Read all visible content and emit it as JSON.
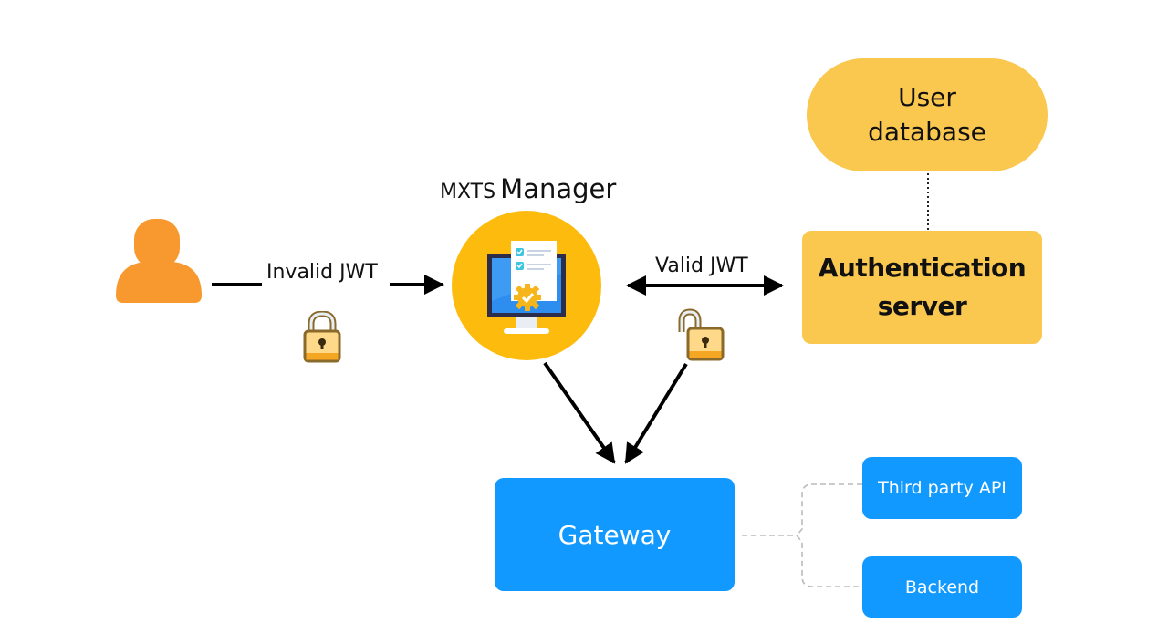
{
  "diagram": {
    "manager_title": {
      "prefix": "MXTS",
      "name": "Manager"
    },
    "edges": {
      "invalid_label": "Invalid JWT",
      "valid_label": "Valid JWT"
    },
    "nodes": {
      "user_database": {
        "line1": "User",
        "line2": "database"
      },
      "auth_server": {
        "line1": "Authentication",
        "line2": "server"
      },
      "gateway": "Gateway",
      "third_party": "Third party API",
      "backend": "Backend"
    },
    "icons": {
      "user": "person-icon",
      "manager": "monitor-checklist-icon",
      "locked": "lock-closed-icon",
      "unlocked": "lock-open-icon"
    },
    "colors": {
      "user": "#f7992e",
      "manager_circle": "#fdbb0e",
      "yellow_node": "#fac84f",
      "blue_node": "#1199ff",
      "connector": "#bbbbbb"
    }
  }
}
